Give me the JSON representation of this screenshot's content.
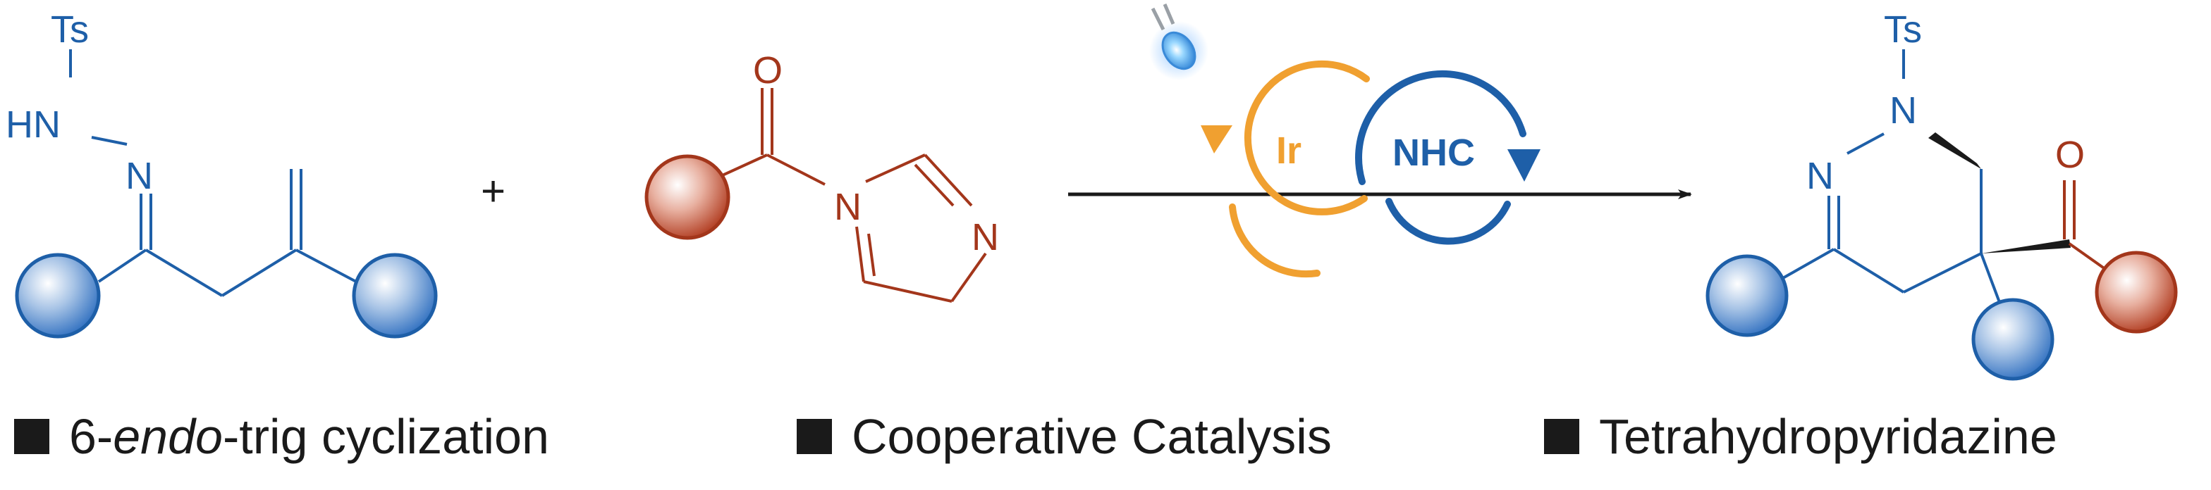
{
  "colors": {
    "blue": "#1e5fa8",
    "red": "#a3361b",
    "orange": "#f0a030",
    "black": "#1a1a1a"
  },
  "substrate": {
    "protecting_group": "Ts",
    "hydrazone_nh": "HN",
    "hydrazone_n": "N"
  },
  "plus_sign": "+",
  "acyl_imidazole": {
    "carbonyl_o": "O",
    "n1": "N",
    "n3": "N"
  },
  "catalysis": {
    "photocatalyst_label": "Ir",
    "organocatalyst_label": "NHC",
    "light_source_icon": "blue-led-icon"
  },
  "product": {
    "protecting_group": "Ts",
    "n1": "N",
    "n2": "N",
    "carbonyl_o": "O"
  },
  "features": [
    {
      "prefix": "6-",
      "italic": "endo",
      "suffix": "-trig cyclization"
    },
    {
      "prefix": "Cooperative Catalysis",
      "italic": "",
      "suffix": ""
    },
    {
      "prefix": "Tetrahydropyridazine",
      "italic": "",
      "suffix": ""
    }
  ]
}
